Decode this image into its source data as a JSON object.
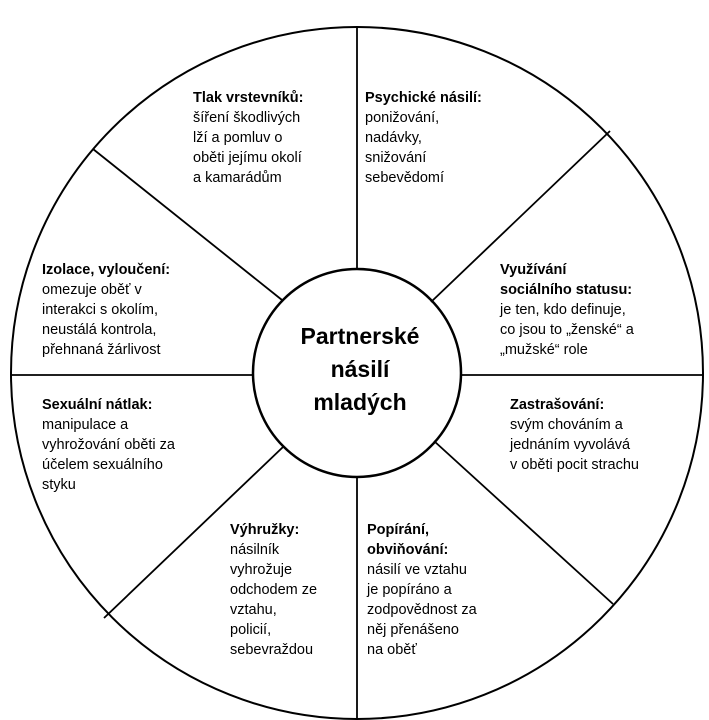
{
  "diagram": {
    "center_title": "Partnerské\nnásilí\nmladých",
    "segments": {
      "tlak": {
        "title": "Tlak vrstevníků:",
        "body": "šíření škodlivých\nlží a pomluv o\noběti  jejímu okolí\na kamarádům"
      },
      "psychicke": {
        "title": "Psychické násilí:",
        "body": "ponižování,\nnadávky,\nsnižování\nsebevědomí"
      },
      "izolace": {
        "title": "Izolace, vyloučení:",
        "body": "omezuje oběť v\ninterakci s okolím,\nneustálá kontrola,\npřehnaná žárlivost"
      },
      "vyuzivani": {
        "title": "Využívání\nsociálního statusu:",
        "body": "je ten, kdo definuje,\nco jsou to „ženské“ a\n„mužské“ role"
      },
      "sexualni": {
        "title": "Sexuální nátlak:",
        "body": "manipulace a\nvyhrožování oběti  za\núčelem sexuálního\nstyku"
      },
      "zastrasovani": {
        "title": "Zastrašování:",
        "body": "svým chováním a\njednáním vyvolává\nv oběti pocit strachu"
      },
      "vyhruzky": {
        "title": "Výhružky:",
        "body": "násilník\nvyhrožuje\nodchodem ze\nvztahu,\npolicií,\nsebevraždou"
      },
      "popirani": {
        "title": "Popírání,\nobviňování:",
        "body": "násilí ve vztahu\nje popíráno a\nzodpovědnost za\nněj přenášeno\nna oběť"
      }
    }
  }
}
